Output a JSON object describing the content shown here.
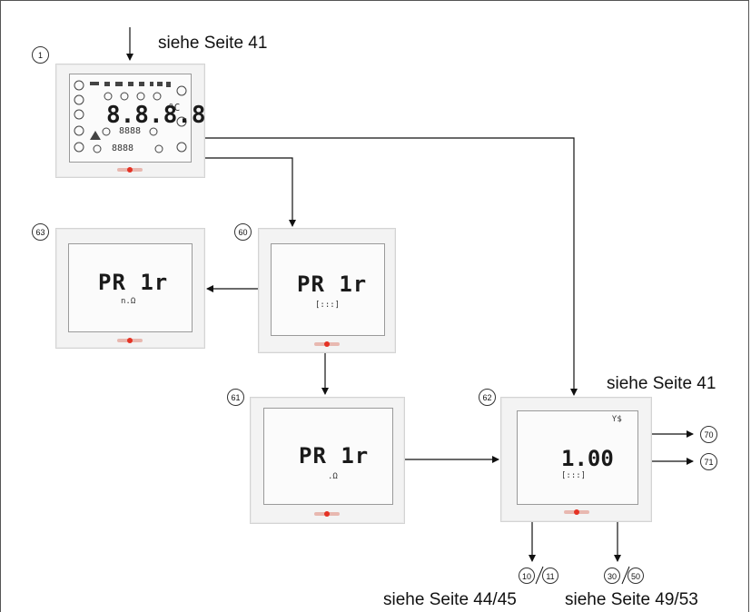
{
  "labels": {
    "top_ref": "siehe Seite 41",
    "right_ref": "siehe Seite 41",
    "bottom_left_ref": "siehe Seite 44/45",
    "bottom_right_ref": "siehe Seite 49/53"
  },
  "steps": {
    "s1": "1",
    "s60": "60",
    "s61": "61",
    "s62": "62",
    "s63": "63",
    "s70": "70",
    "s71": "71",
    "s10": "10",
    "s11": "11",
    "s30": "30",
    "s50": "50"
  },
  "displays": {
    "d1_main": "8.8.8.8",
    "d1_unit": "°C",
    "d1_sub1": "8888",
    "d1_sub2": "8888",
    "d63_main": "PR 1r",
    "d63_sub": "n.Ω",
    "d60_main": "PR 1r",
    "d60_sub": "[:::]",
    "d61_main": "PR 1r",
    "d61_sub": ".Ω",
    "d62_main": "1.00",
    "d62_sub": "[:::]",
    "d62_icon": "Ƴ$"
  },
  "colors": {
    "button_red": "#e53224",
    "device_bg": "#f3f3f3"
  }
}
